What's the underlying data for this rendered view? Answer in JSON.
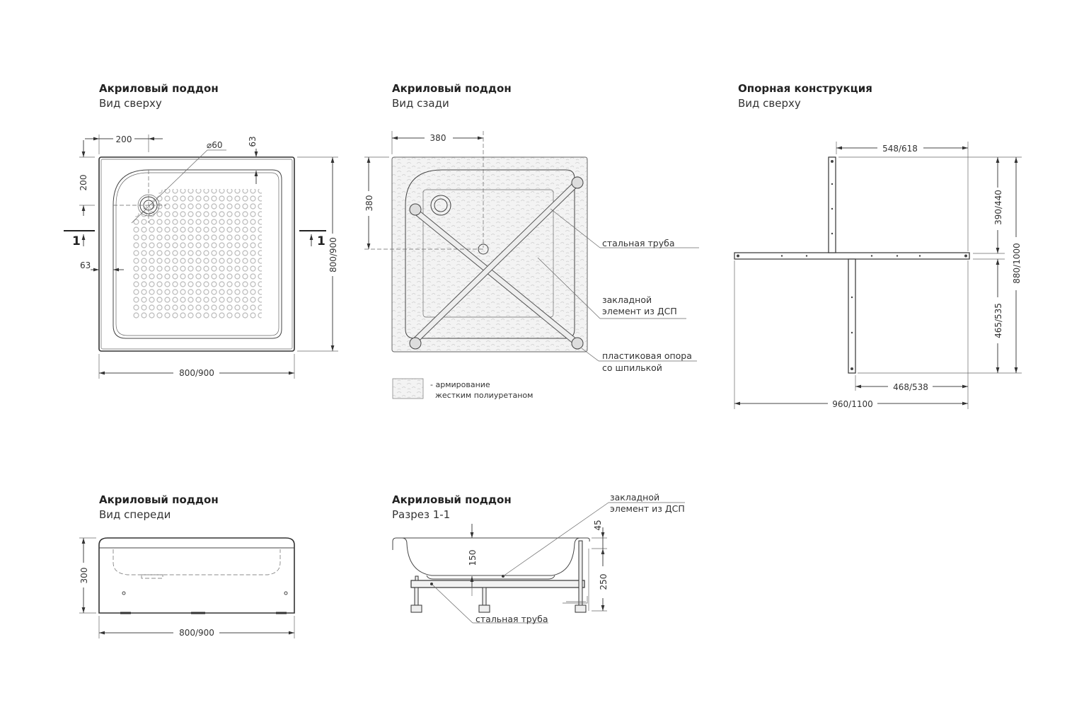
{
  "panels": {
    "top_view": {
      "title": "Акриловый поддон",
      "subtitle": "Вид сверху",
      "dims": {
        "drain_x": "200",
        "drain_y": "200",
        "drain_diameter": "⌀60",
        "rim_top": "63",
        "rim_left": "63",
        "width": "800/900",
        "depth": "800/900",
        "section_mark": "1"
      }
    },
    "back_view": {
      "title": "Акриловый поддон",
      "subtitle": "Вид сзади",
      "dims": {
        "x": "380",
        "y": "380"
      },
      "callouts": {
        "steel_pipe": "стальная труба",
        "insert_1": "закладной",
        "insert_2": "элемент из ДСП",
        "support_1": "пластиковая опора",
        "support_2": "со шпилькой"
      },
      "legend": {
        "line1": "- армирование",
        "line2": "жестким полиуретаном"
      }
    },
    "frame_view": {
      "title": "Опорная конструкция",
      "subtitle": "Вид сверху",
      "dims": {
        "top_offset": "548/618",
        "bottom_offset": "468/538",
        "total_width": "960/1100",
        "upper_height": "390/440",
        "total_height": "880/1000",
        "lower_height": "465/535"
      }
    },
    "front_view": {
      "title": "Акриловый поддон",
      "subtitle": "Вид спереди",
      "dims": {
        "height": "300",
        "width": "800/900"
      }
    },
    "section_view": {
      "title": "Акриловый поддон",
      "subtitle": "Разрез 1-1",
      "dims": {
        "depth": "150",
        "rim": "45",
        "height": "250"
      },
      "callouts": {
        "insert_1": "закладной",
        "insert_2": "элемент из ДСП",
        "steel_pipe": "стальная труба"
      }
    }
  }
}
